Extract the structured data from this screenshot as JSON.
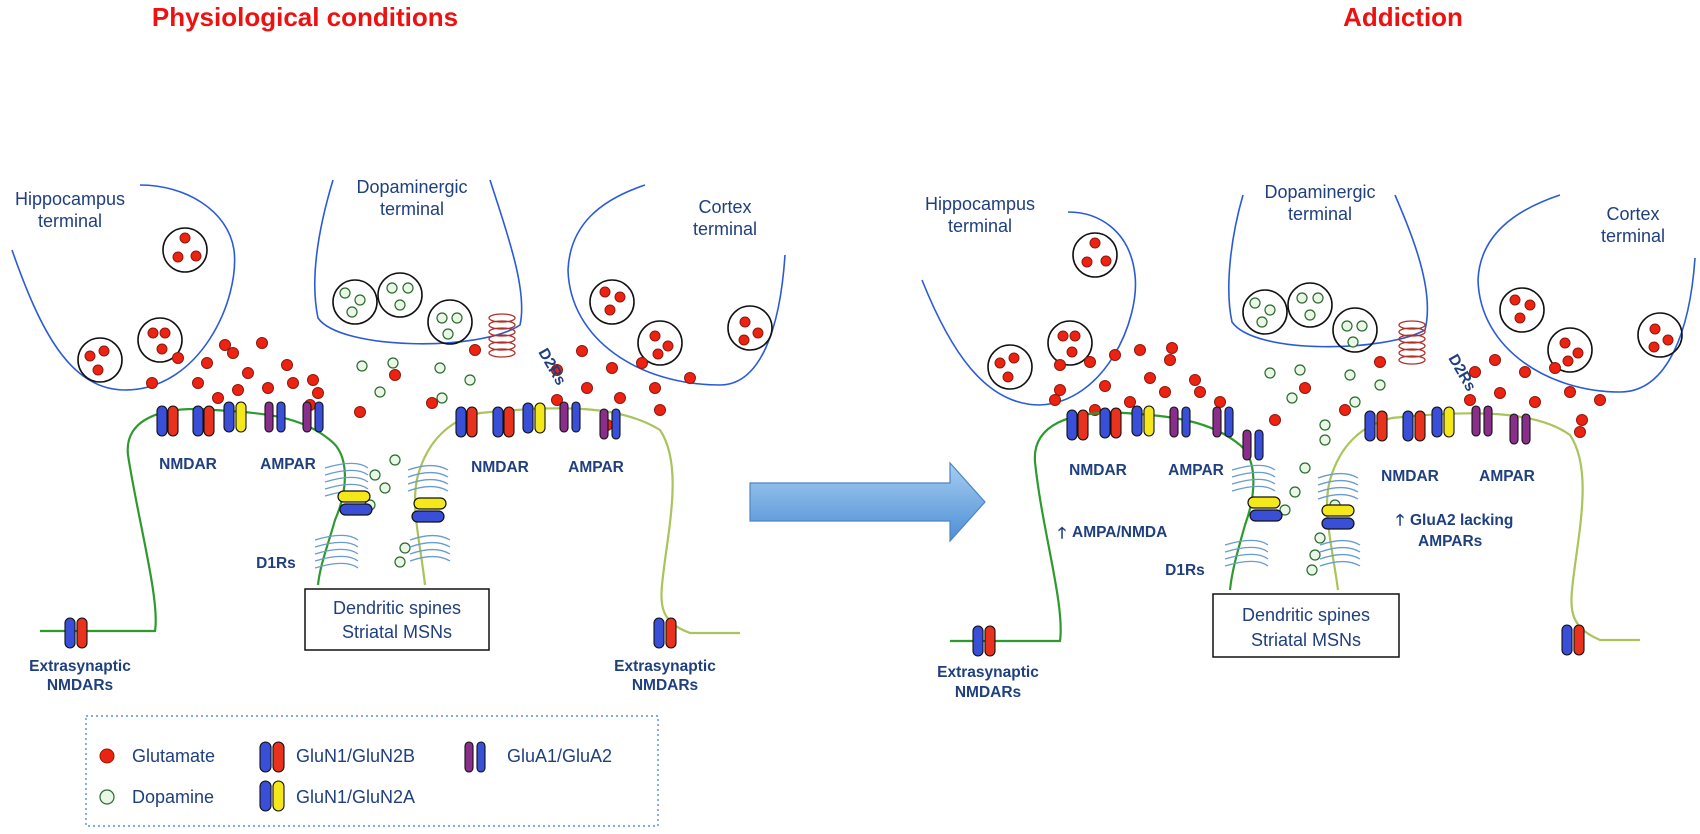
{
  "panels": {
    "left_title": "Physiological conditions",
    "right_title": "Addiction"
  },
  "terminals": {
    "hippocampus": [
      "Hippocampus",
      "terminal"
    ],
    "dopaminergic": [
      "Dopaminergic",
      "terminal"
    ],
    "cortex": [
      "Cortex",
      "terminal"
    ]
  },
  "labels": {
    "nmdar": "NMDAR",
    "ampar": "AMPAR",
    "d1rs": "D1Rs",
    "d2rs": "D2Rs",
    "extrasynaptic": [
      "Extrasynaptic",
      "NMDARs"
    ],
    "spines_box": [
      "Dendritic spines",
      "Striatal MSNs"
    ],
    "ampa_nmda": "AMPA/NMDA",
    "glua2_lacking": [
      "GluA2 lacking",
      "AMPARs"
    ]
  },
  "legend": {
    "glutamate": "Glutamate",
    "dopamine": "Dopamine",
    "glun1_glun2b": "GluN1/GluN2B",
    "glun1_glun2a": "GluN1/GluN2A",
    "glua1_glua2": "GluA1/GluA2"
  },
  "colors": {
    "title": "#ee1111",
    "text": "#1f3f7f",
    "membrane": "#2a5bd7",
    "glutamate": "#ee2211",
    "dopamine": "#eaf6e8",
    "glun1": "#3a4fd8",
    "glun2b": "#e8321e",
    "glun2a": "#f4e81a",
    "glua1": "#8a2e8c",
    "spine_dark": "#2e9a2e",
    "spine_light": "#a8c45a",
    "d1r": "#6a9bd0",
    "d2r": "#b03028",
    "arrow": "#5a9bd8"
  }
}
